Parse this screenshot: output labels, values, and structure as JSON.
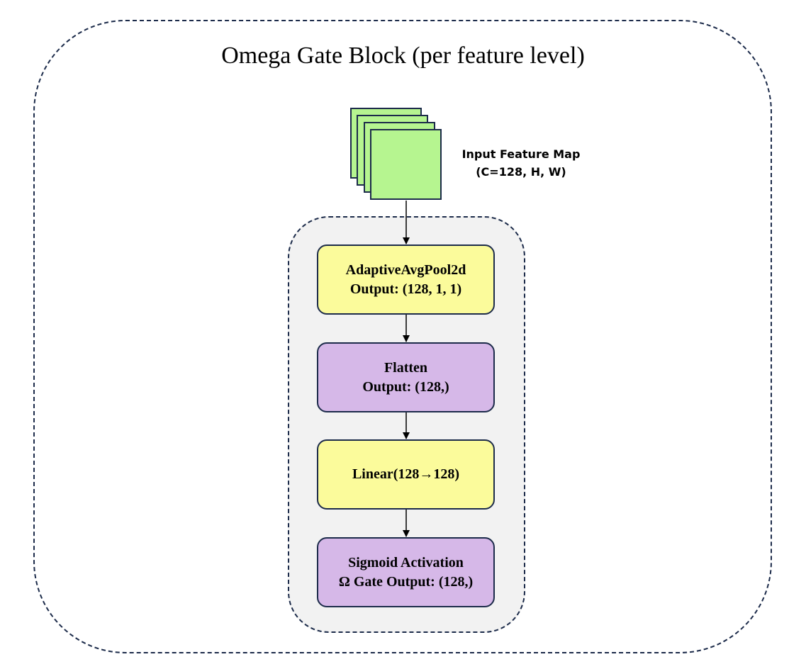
{
  "title": "Omega Gate Block (per feature level)",
  "input": {
    "label_line1": "Input Feature Map",
    "label_line2": "(C=128, H, W)",
    "color": "#b6f590"
  },
  "nodes": [
    {
      "line1": "AdaptiveAvgPool2d",
      "line2": "Output: (128, 1, 1)",
      "color": "#fbfb9b"
    },
    {
      "line1": "Flatten",
      "line2": "Output: (128,)",
      "color": "#d6b8e8"
    },
    {
      "line1": "Linear(128→128)",
      "line2": "",
      "color": "#fbfb9b"
    },
    {
      "line1": "Sigmoid Activation",
      "line2": "Ω Gate Output: (128,)",
      "color": "#d6b8e8"
    }
  ],
  "colors": {
    "stroke": "#1c2b4a",
    "inner_background": "#f2f2f2"
  }
}
